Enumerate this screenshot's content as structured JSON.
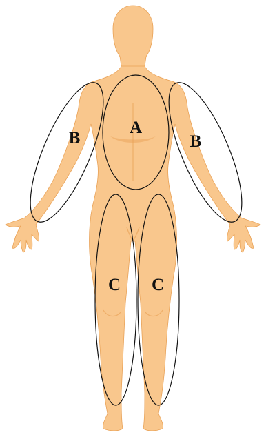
{
  "colors": {
    "skin": "#f9c78d",
    "skin_shade": "#e9a257",
    "outline": "#111111"
  },
  "regions": [
    {
      "id": "A",
      "label": "A"
    },
    {
      "id": "B-left",
      "label": "B"
    },
    {
      "id": "B-right",
      "label": "B"
    },
    {
      "id": "C-left",
      "label": "C"
    },
    {
      "id": "C-right",
      "label": "C"
    }
  ]
}
